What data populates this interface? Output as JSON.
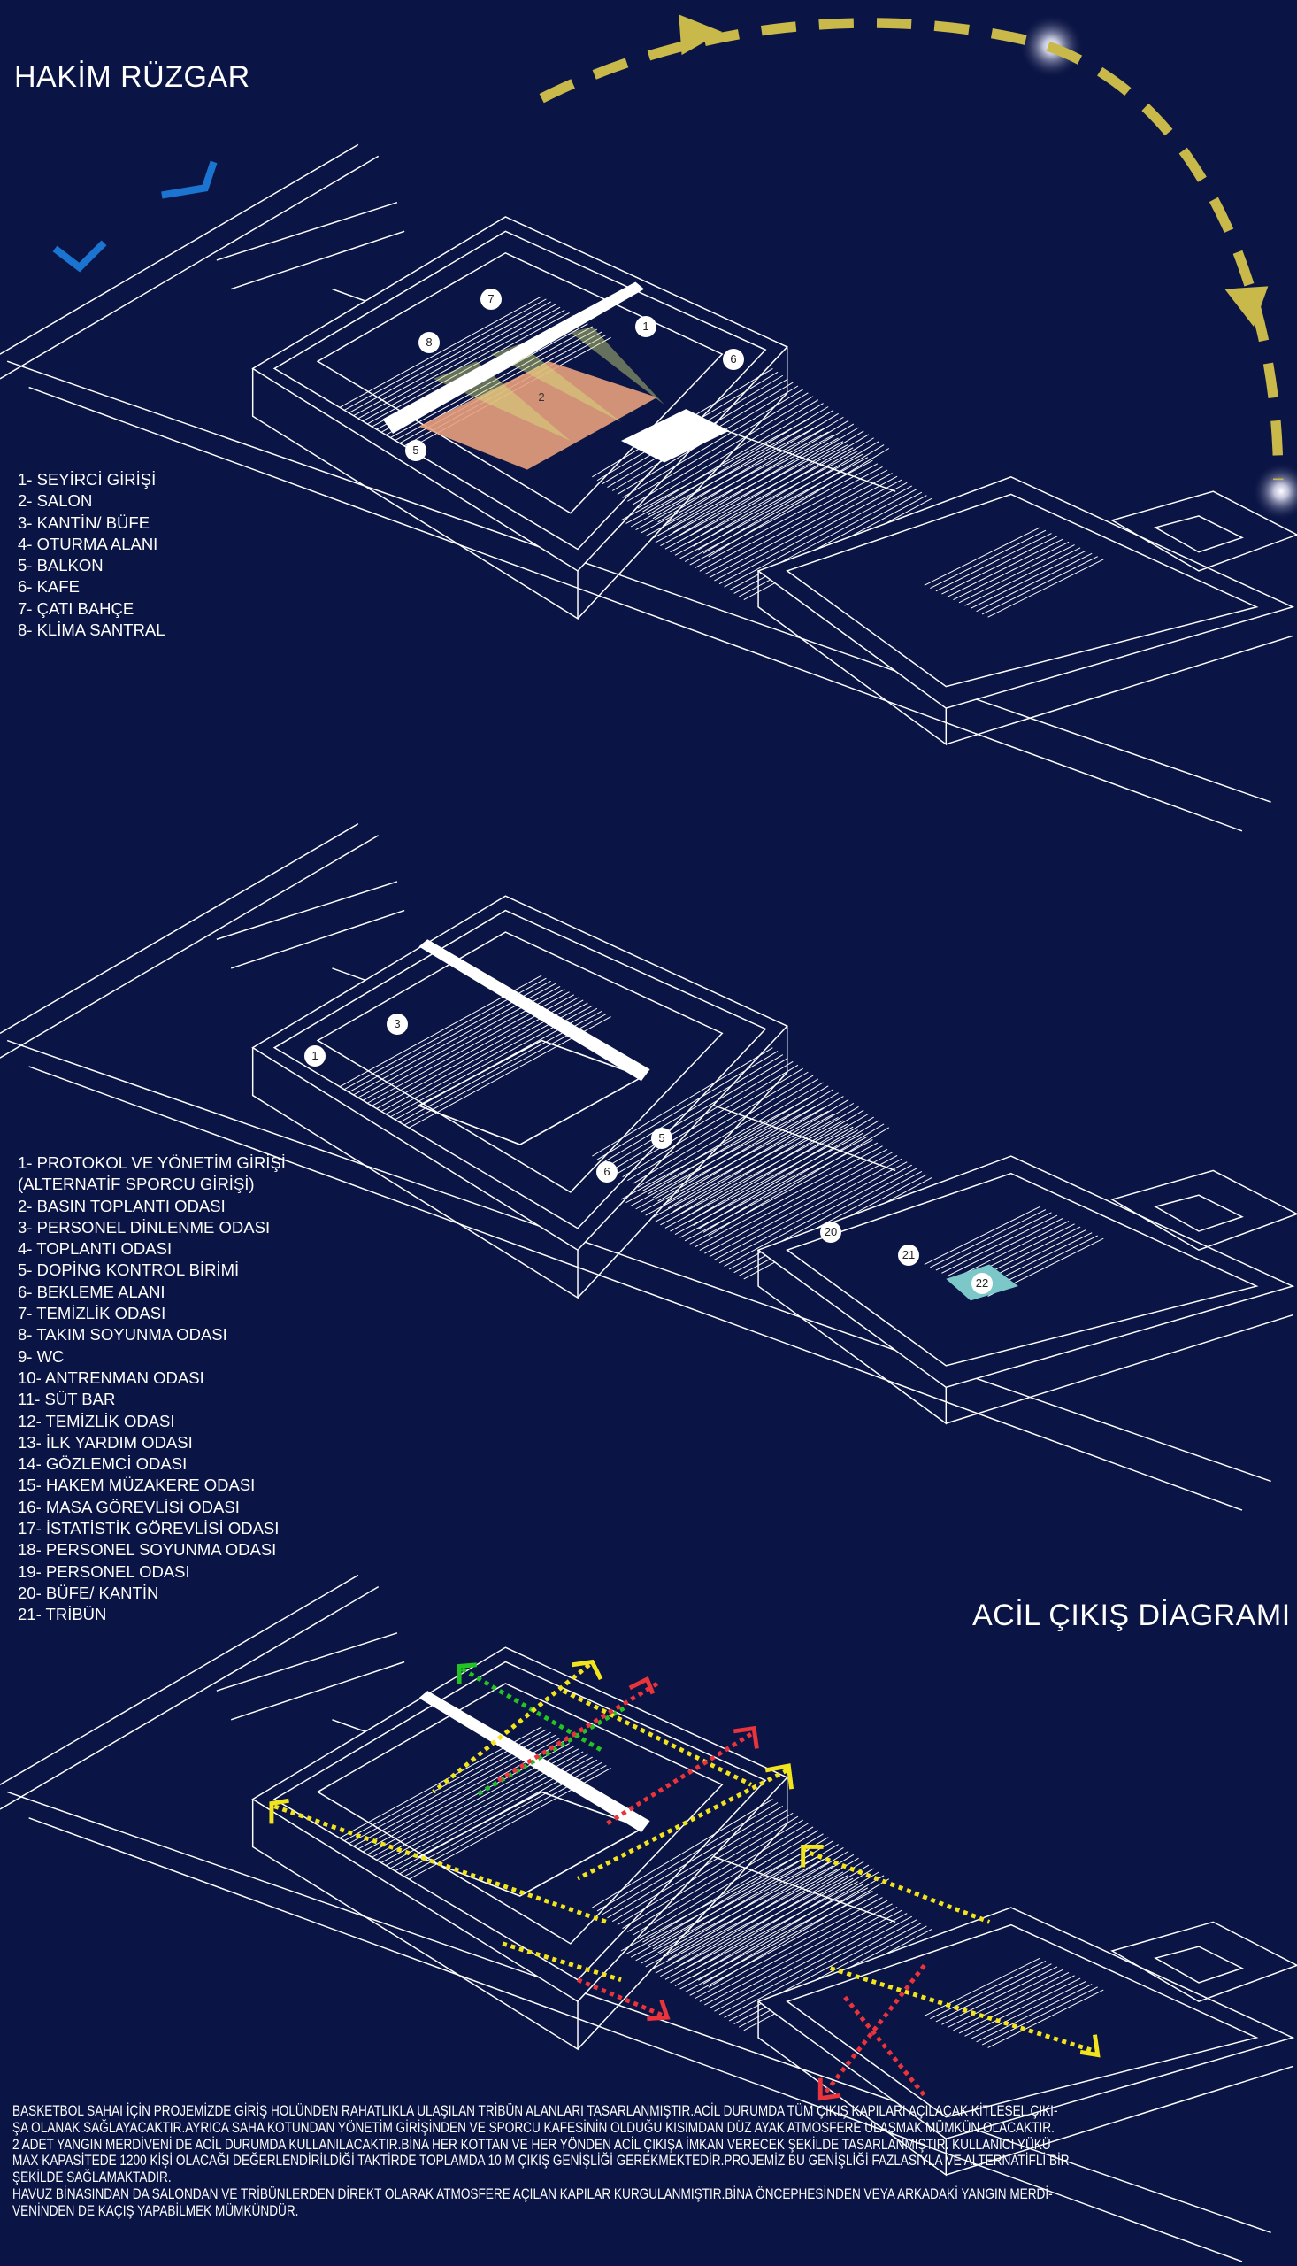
{
  "sections": {
    "wind": {
      "title": "HAKİM RÜZGAR"
    },
    "emergency": {
      "title": "ACİL ÇIKIŞ DİAGRAMI"
    }
  },
  "legend_top": [
    "1- SEYİRCİ GİRİŞİ",
    "2- SALON",
    "3- KANTİN/ BÜFE",
    "4- OTURMA ALANI",
    "5- BALKON",
    "6- KAFE",
    "7- ÇATI BAHÇE",
    "8- KLİMA SANTRAL"
  ],
  "legend_middle": [
    "1- PROTOKOL VE YÖNETİM GİRİŞİ",
    "(ALTERNATİF SPORCU GİRİŞİ)",
    "2- BASIN TOPLANTI ODASI",
    "3- PERSONEL DİNLENME ODASI",
    "4- TOPLANTI ODASI",
    "5- DOPİNG KONTROL BİRİMİ",
    "6- BEKLEME ALANI",
    "7- TEMİZLİK ODASI",
    "8- TAKIM SOYUNMA ODASI",
    "9- WC",
    "10- ANTRENMAN ODASI",
    "11- SÜT BAR",
    "12- TEMİZLİK ODASI",
    "13- İLK YARDIM ODASI",
    "14- GÖZLEMCİ ODASI",
    "15- HAKEM MÜZAKERE ODASI",
    "16- MASA GÖREVLİSİ ODASI",
    "17- İSTATİSTİK GÖREVLİSİ ODASI",
    "18- PERSONEL SOYUNMA ODASI",
    "19- PERSONEL ODASI",
    "20- BÜFE/ KANTİN",
    "21- TRİBÜN"
  ],
  "markers_top": [
    "1",
    "2",
    "5",
    "6",
    "7",
    "8"
  ],
  "markers_middle": [
    "1",
    "3",
    "5",
    "6",
    "20",
    "21",
    "22"
  ],
  "paragraph": [
    "BASKETBOL SAHAI İÇİN PROJEMİZDE GİRİŞ HOLÜNDEN RAHATLIKLA ULAŞILAN TRİBÜN ALANLARI TASARLANMIŞTIR.ACİL DURUMDA TÜM ÇIKIŞ KAPILARI AÇILACAK KİTLESEL ÇIKI-",
    "ŞA OLANAK SAĞLAYACAKTIR.AYRICA SAHA KOTUNDAN YÖNETİM GİRİŞİNDEN VE SPORCU KAFESİNİN OLDUĞU KISIMDAN DÜZ AYAK ATMOSFERE ULAŞMAK MÜMKÜN OLACAKTIR.",
    "2 ADET YANGIN MERDİVENİ DE ACİL DURUMDA KULLANILACAKTIR.BİNA HER KOTTAN VE HER YÖNDEN ACİL ÇIKIŞA İMKAN VERECEK ŞEKİLDE TASARLANMIŞTIR. KULLANICI YÜKÜ",
    "MAX KAPASİTEDE 1200 KİŞİ OLACAĞI DEĞERLENDİRİLDİĞİ TAKTİRDE  TOPLAMDA 10 M ÇIKIŞ GENİŞLİĞİ GEREKMEKTEDİR.PROJEMİZ BU GENİŞLİĞİ FAZLASIYLA VE ALTERNATİFLİ BİR",
    "ŞEKİLDE SAĞLAMAKTADIR.",
    "HAVUZ BİNASINDAN DA SALONDAN VE TRİBÜNLERDEN DİREKT OLARAK ATMOSFERE AÇILAN KAPILAR KURGULANMIŞTIR.BİNA ÖNCEPHESİNDEN VEYA ARKADAKİ YANGIN MERDİ-",
    "VENİNDEN DE KAÇIŞ YAPABİLMEK MÜMKÜNDÜR."
  ],
  "colors": {
    "background": "#0b1545",
    "line": "#ffffff",
    "sun_arrow": "#c9b84a",
    "wind": "#1a74d0",
    "court": "#e8a07c",
    "exit_green": "#22c322",
    "exit_yellow": "#f2e41c",
    "exit_red": "#e8343a"
  }
}
